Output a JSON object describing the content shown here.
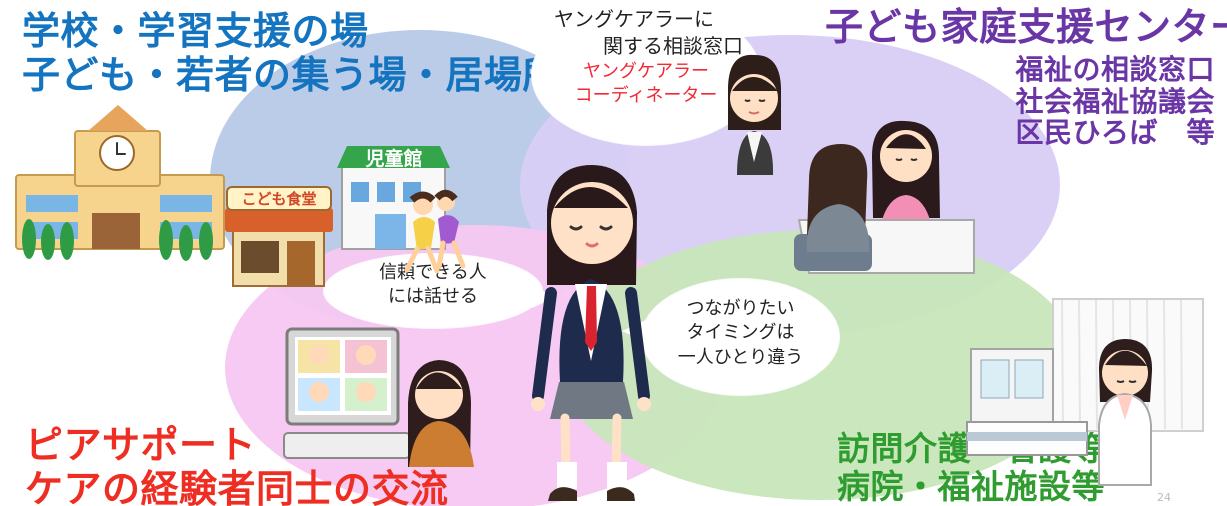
{
  "headings": {
    "school_line1": "学校・学習支援の場",
    "school_line2": "子ども・若者の集う場・居場所",
    "center_title": "子ども家庭支援センター",
    "center_sub1": "福祉の相談窓口",
    "center_sub2": "社会福祉協議会",
    "center_sub3": "区民ひろば　等",
    "peer_line1": "ピアサポート",
    "peer_line2": "ケアの経験者同士の交流",
    "care_line1": "訪問介護・看護等",
    "care_line2": "病院・福祉施設等"
  },
  "speech": {
    "top_line1": "ヤングケアラーに",
    "top_line2": "関する相談窓口",
    "top_red1": "ヤングケアラー",
    "top_red2": "コーディネーター",
    "left_line1": "信頼できる人",
    "left_line2": "には話せる",
    "right_line1": "つながりたい",
    "right_line2": "タイミングは",
    "right_line3": "一人ひとり違う"
  },
  "signs": {
    "children_house": "児童館",
    "kids_cafeteria": "こども食堂"
  },
  "colors": {
    "school_heading": "#1574bf",
    "center_heading": "#6a35a5",
    "peer_heading": "#ee2e22",
    "care_heading": "#2f9c2f",
    "blue_area": "#b7c9e7",
    "purple_area": "#d8cef6",
    "pink_area": "#f5c7f1",
    "green_area": "#c8e6ba",
    "coordinator_text": "#f22834"
  },
  "icons": {
    "school": "school-building-icon",
    "children_house": "children-house-icon",
    "kids_cafeteria": "kids-cafeteria-icon",
    "student": "student-icon",
    "coordinator": "coordinator-icon",
    "consultation": "consultation-icon",
    "video_call": "video-call-icon",
    "doctor": "doctor-icon"
  },
  "page_number": "24"
}
